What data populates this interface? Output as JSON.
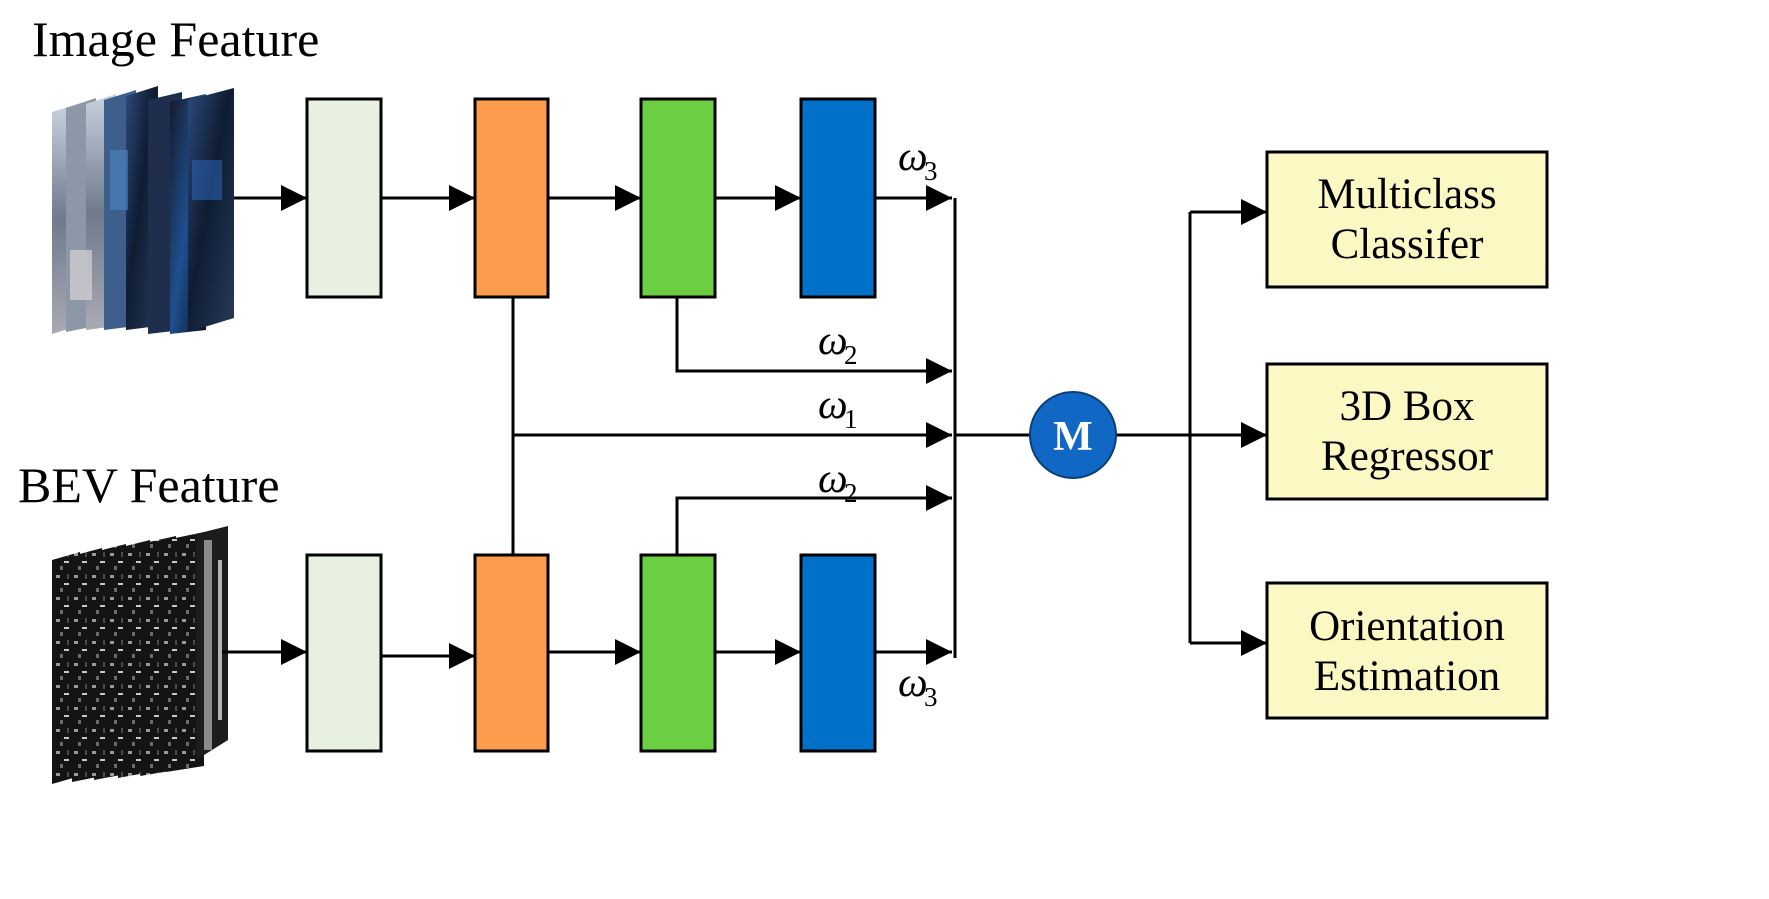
{
  "inputs": {
    "image_title": "Image Feature",
    "bev_title": "BEV Feature"
  },
  "weights": {
    "symbol": "ω",
    "w3_top_sub": "3",
    "w2_top_sub": "2",
    "w1_sub": "1",
    "w2_bottom_sub": "2",
    "w3_bottom_sub": "3"
  },
  "merge": {
    "label": "M"
  },
  "outputs": {
    "multiclass_line1": "Multiclass",
    "multiclass_line2": "Classifer",
    "box_line1": "3D Box",
    "box_line2": "Regressor",
    "orientation_line1": "Orientation",
    "orientation_line2": "Estimation"
  },
  "colors": {
    "stage1": "#e8f0e1",
    "stage2": "#fd9c4d",
    "stage3": "#6ccf43",
    "stage4": "#0070c8",
    "merge": "#1068c4",
    "output_box": "#fcf8c4"
  }
}
